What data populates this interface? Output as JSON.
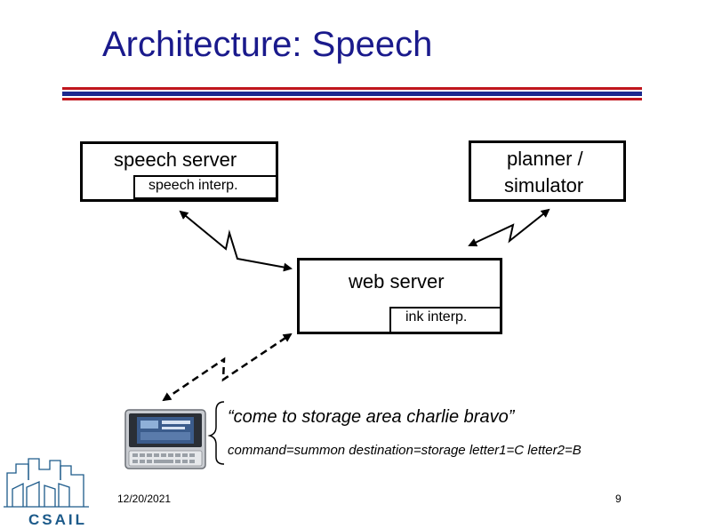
{
  "slide": {
    "title": "Architecture: Speech",
    "speech_server": {
      "label": "speech server",
      "interp_label": "speech interp."
    },
    "planner": {
      "line1": "planner /",
      "line2": "simulator"
    },
    "web_server": {
      "label": "web server",
      "interp_label": "ink interp."
    },
    "utterance": "“come to storage area charlie bravo”",
    "command": "command=summon destination=storage letter1=C letter2=B",
    "footer": {
      "date": "12/20/2021",
      "page": "9",
      "logo_text": "CSAIL"
    }
  },
  "colors": {
    "title": "#1a1a8c",
    "rule_red": "#c0161d",
    "rule_blue": "#1c2a8f",
    "logo": "#1c5a8a"
  }
}
